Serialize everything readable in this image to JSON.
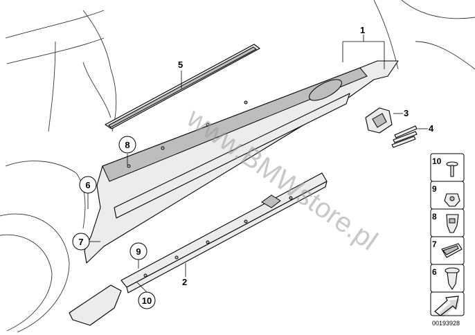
{
  "watermark": "www.BMWstore.pl",
  "callouts": [
    {
      "id": "1",
      "label": "1"
    },
    {
      "id": "2",
      "label": "2"
    },
    {
      "id": "3",
      "label": "3"
    },
    {
      "id": "4",
      "label": "4"
    },
    {
      "id": "5",
      "label": "5"
    },
    {
      "id": "6",
      "label": "6"
    },
    {
      "id": "7",
      "label": "7"
    },
    {
      "id": "8",
      "label": "8"
    },
    {
      "id": "9",
      "label": "9"
    },
    {
      "id": "10",
      "label": "10"
    }
  ],
  "legend_panel": {
    "items": [
      {
        "label": "10",
        "icon": "screw-icon"
      },
      {
        "label": "9",
        "icon": "nut-icon"
      },
      {
        "label": "8",
        "icon": "clip-icon"
      },
      {
        "label": "7",
        "icon": "pad-icon"
      },
      {
        "label": "6",
        "icon": "expanding-rivet-icon"
      }
    ],
    "footer_icon": "arrow-icon"
  },
  "document_number": "00193928"
}
